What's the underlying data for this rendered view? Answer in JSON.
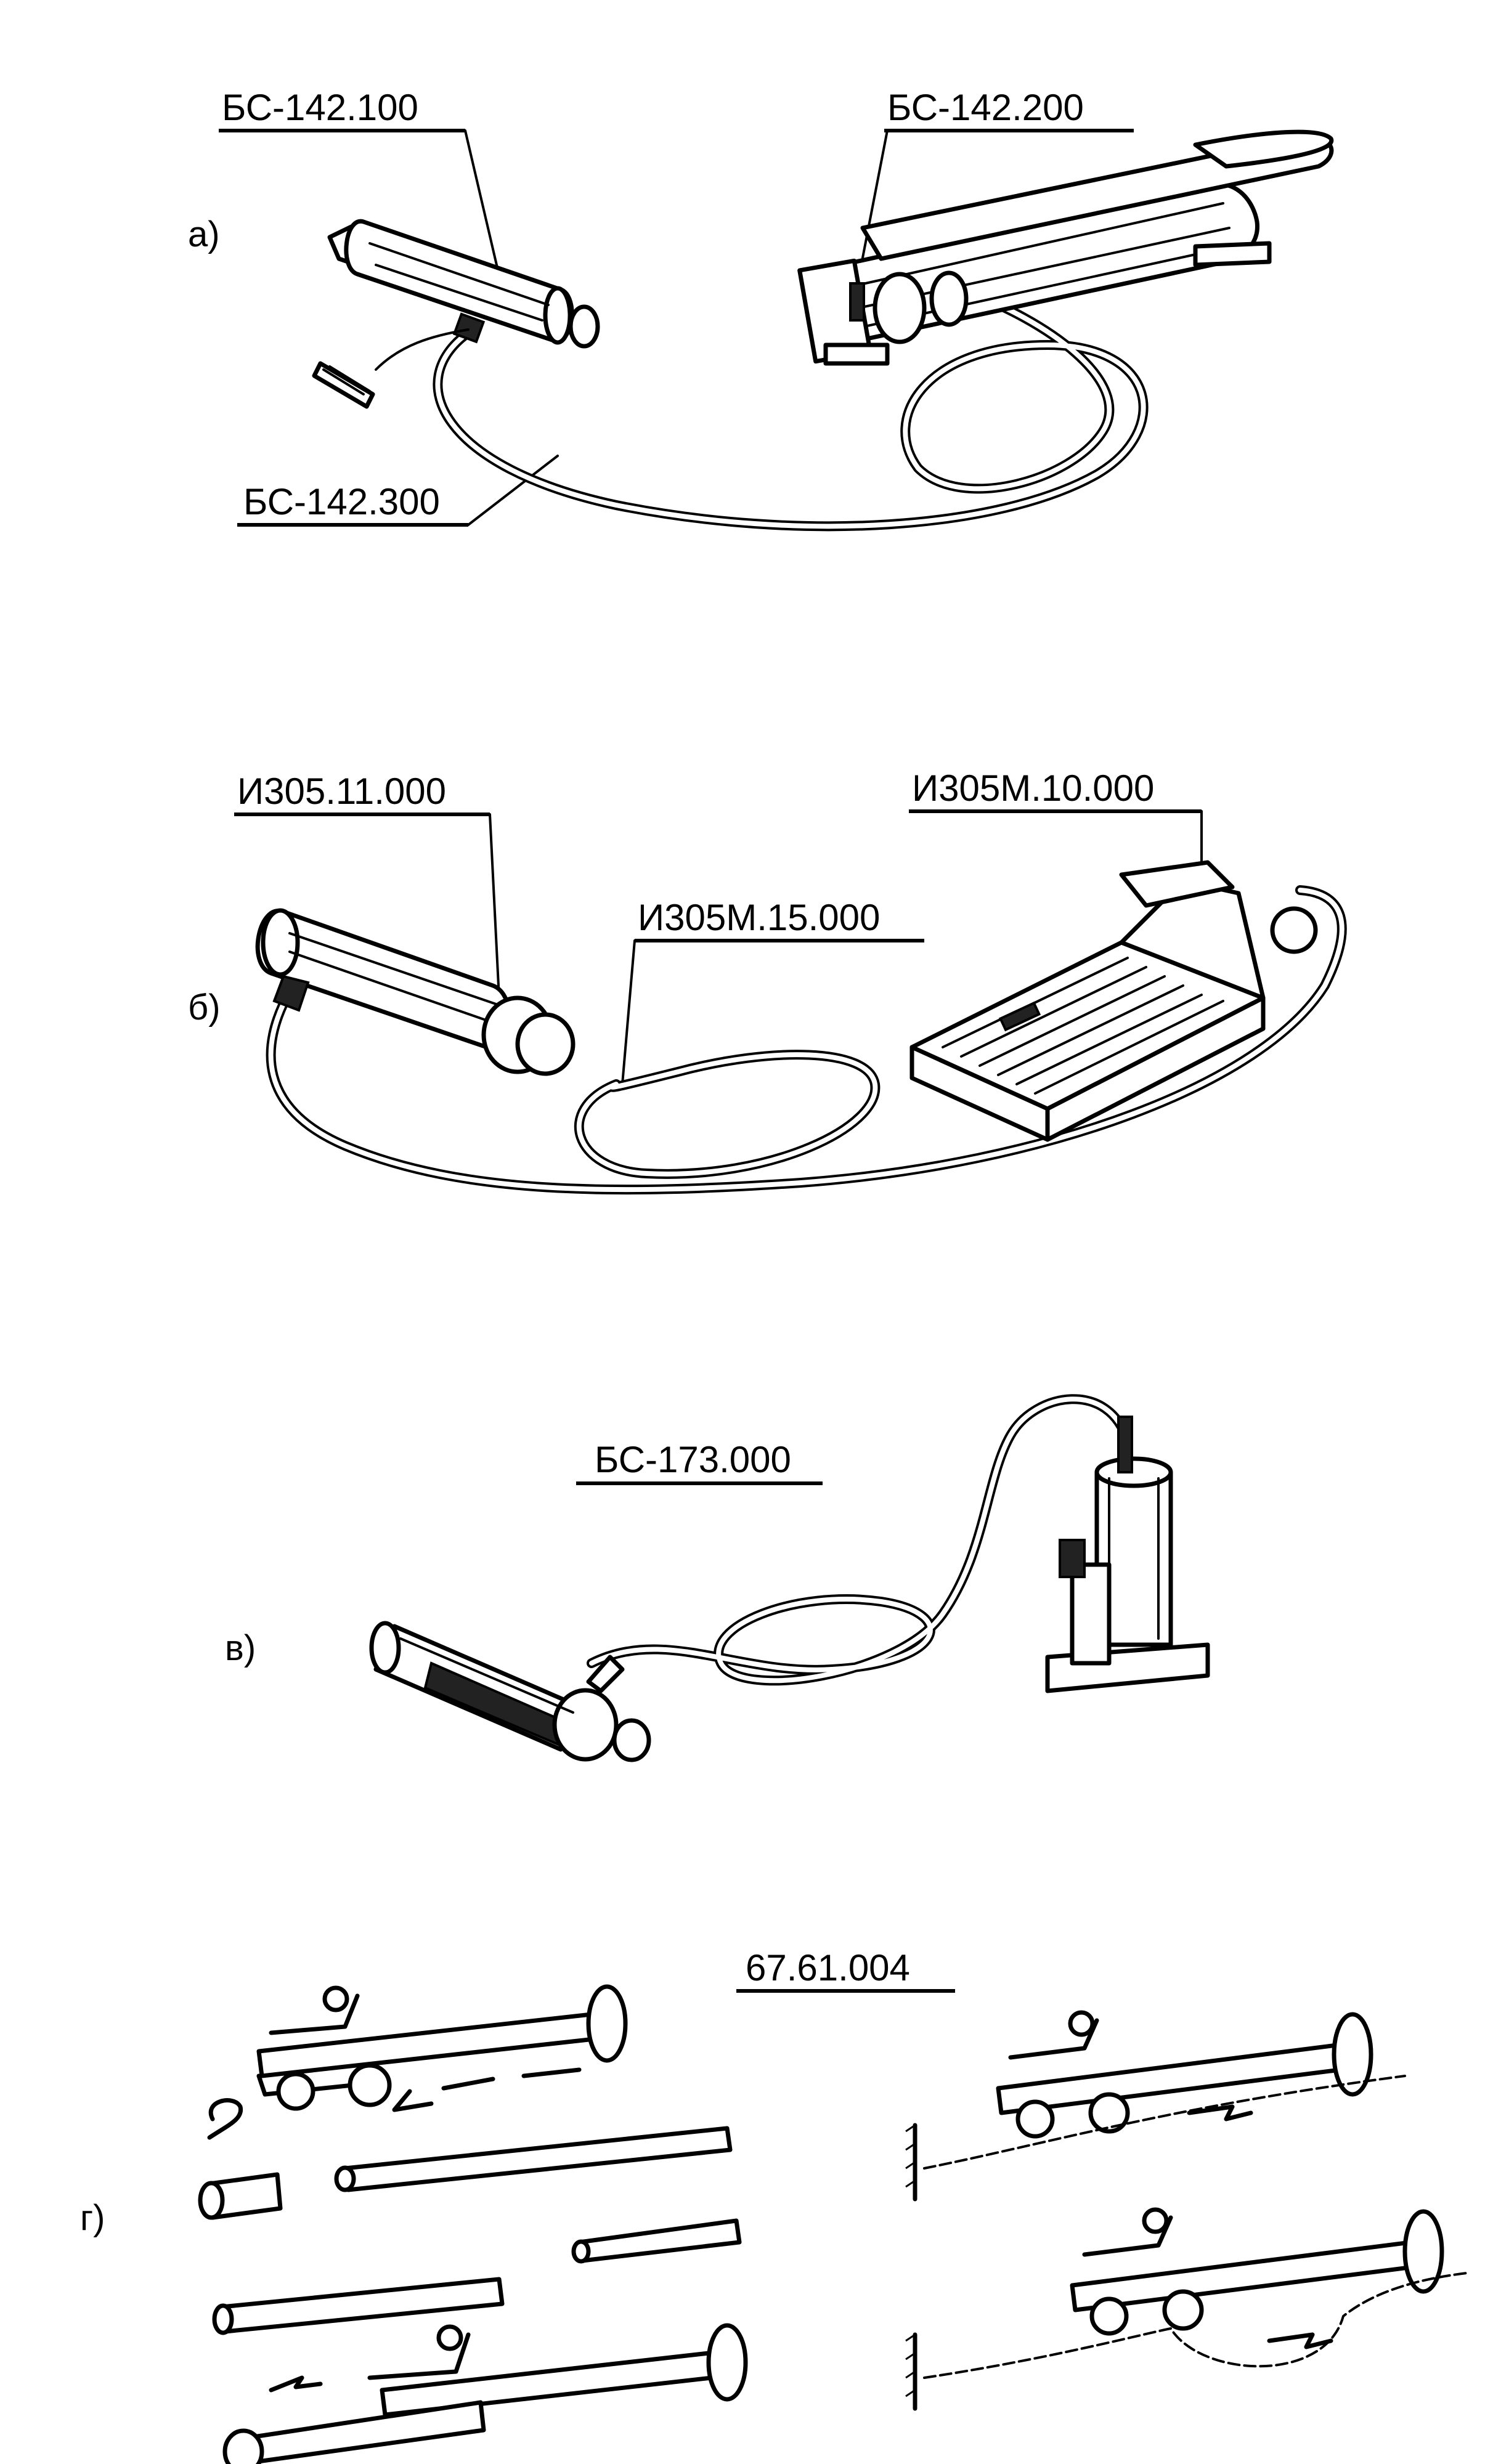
{
  "panels": [
    {
      "id": "a",
      "letter": "а)",
      "parts": [
        "БС-142.100",
        "БС-142.200",
        "БС-142.300"
      ]
    },
    {
      "id": "b",
      "letter": "б)",
      "parts": [
        "И305.11.000",
        "И305М.10.000",
        "И305М.15.000"
      ]
    },
    {
      "id": "v",
      "letter": "в)",
      "parts": [
        "БС-173.000"
      ]
    },
    {
      "id": "g",
      "letter": "г)",
      "parts": [
        "67.61.004"
      ]
    }
  ]
}
